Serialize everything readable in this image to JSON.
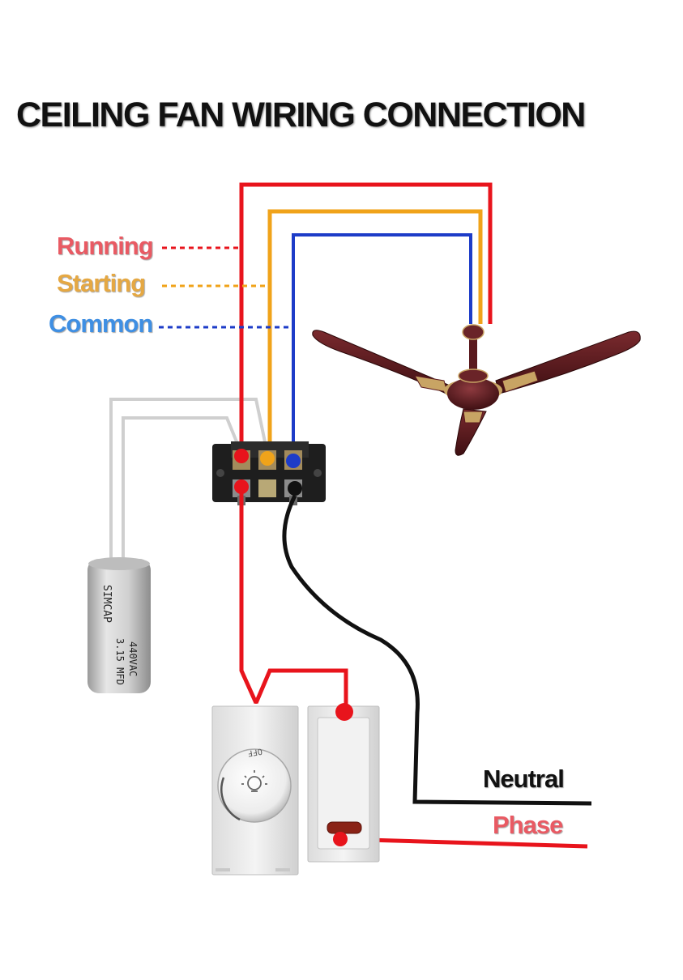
{
  "title": "CEILING FAN WIRING CONNECTION",
  "labels": {
    "running": "Running",
    "starting": "Starting",
    "common": "Common",
    "neutral": "Neutral",
    "phase": "Phase"
  },
  "colors": {
    "running": "#e8141c",
    "starting": "#f0a31a",
    "common": "#1d3cc8",
    "neutral": "#111111",
    "phase": "#e8141c",
    "capacitor_leads": "#cfcfcf",
    "running_label": "#e95a63",
    "starting_label": "#e5a843",
    "common_label": "#3f8fe3",
    "fan_body": "#5a1a1e",
    "fan_trim": "#c8a464"
  },
  "capacitor": {
    "brand": "SIMCAP",
    "rating": "3.15 MFD",
    "voltage": "440VAC"
  },
  "regulator": {
    "off_marker": "OFF"
  }
}
